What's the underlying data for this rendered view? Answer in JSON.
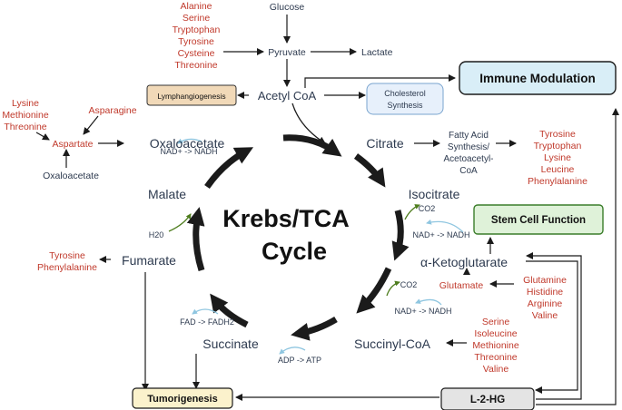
{
  "colors": {
    "amino_acid_text": "#c0392b",
    "metabolite_text": "#2d3a4f",
    "immune_box_fill": "#d9eef7",
    "stem_box_fill": "#dff2d9",
    "stem_box_stroke": "#3a7d2a",
    "lymph_box_fill": "#f1d9b8",
    "cholesterol_box_fill": "#e7f0fb",
    "tumor_box_fill": "#fbf2cc",
    "l2hg_box_fill": "#e4e4e4"
  },
  "top_amino_acids": [
    "Alanine",
    "Serine",
    "Tryptophan",
    "Tyrosine",
    "Cysteine",
    "Threonine"
  ],
  "glucose": "Glucose",
  "pyruvate": "Pyruvate",
  "lactate": "Lactate",
  "acetyl_coa": "Acetyl CoA",
  "lymphangiogenesis": "Lymphangiogenesis",
  "cholesterol": [
    "Cholesterol",
    "Synthesis"
  ],
  "immune_modulation": "Immune Modulation",
  "left_amino_acids": [
    "Lysine",
    "Methionine",
    "Threonine"
  ],
  "asparagine": "Asparagine",
  "aspartate": "Aspartate",
  "oxaloacetate": "Oxaloacetate",
  "oxaloacetate_small": "Oxaloacetate",
  "citrate": "Citrate",
  "fatty_acid": [
    "Fatty Acid",
    "Synthesis/",
    "Acetoacetyl-",
    "CoA"
  ],
  "ketogenic_aa": [
    "Tyrosine",
    "Tryptophan",
    "Lysine",
    "Leucine",
    "Phenylalanine"
  ],
  "nad_malate": "NAD+ -> NADH",
  "malate": "Malate",
  "isocitrate": "Isocitrate",
  "co2_iso": "CO2",
  "nad_iso": "NAD+ -> NADH",
  "stem_cell": "Stem Cell Function",
  "center_title": [
    "Krebs/TCA",
    "Cycle"
  ],
  "h2o": "H20",
  "fumarate_aa": [
    "Tyrosine",
    "Phenylalanine"
  ],
  "fumarate": "Fumarate",
  "alpha_kg": "α-Ketoglutarate",
  "co2_akg": "CO2",
  "glutamate": "Glutamate",
  "glutamate_aa": [
    "Glutamine",
    "Histidine",
    "Arginine",
    "Valine"
  ],
  "nad_akg": "NAD+ -> NADH",
  "fad": "FAD -> FADH2",
  "succinate": "Succinate",
  "succinyl_coa": "Succinyl-CoA",
  "succinyl_aa": [
    "Serine",
    "Isoleucine",
    "Methionine",
    "Threonine",
    "Valine"
  ],
  "adp": "ADP -> ATP",
  "tumorigenesis": "Tumorigenesis",
  "l2hg": "L-2-HG"
}
